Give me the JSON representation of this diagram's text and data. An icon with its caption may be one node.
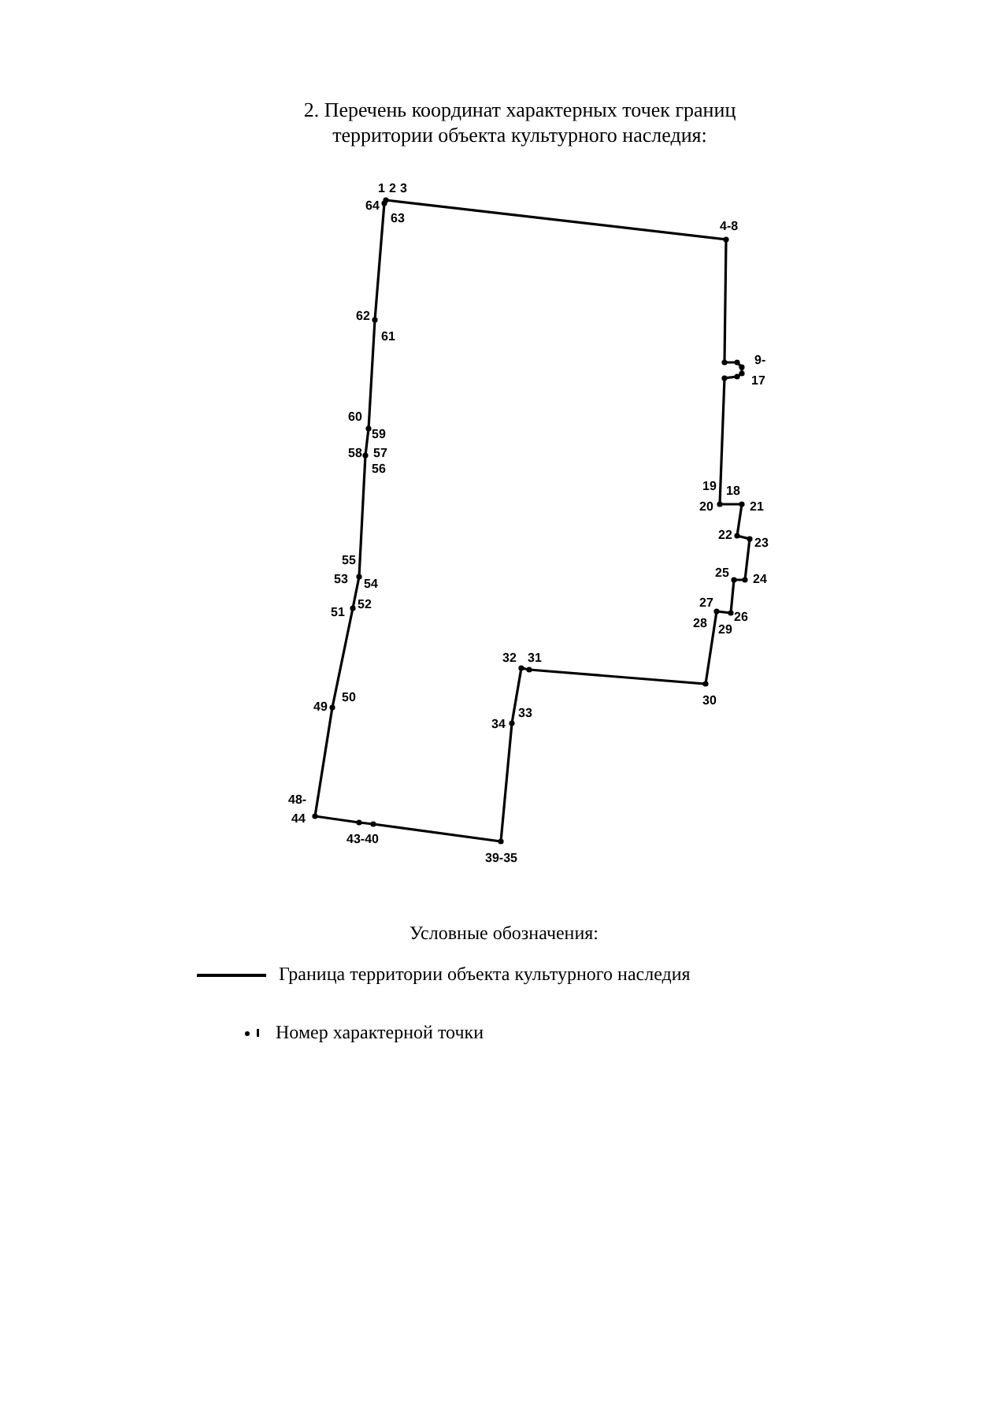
{
  "diagram": {
    "title": "2. Перечень координат характерных точек границ территории объекта культурного наследия:",
    "labels": [
      "1",
      "2",
      "3",
      "64",
      "63",
      "4-8",
      "62",
      "61",
      "9-",
      "17",
      "60",
      "59",
      "58",
      "57",
      "56",
      "19",
      "18",
      "20",
      "21",
      "22",
      "23",
      "55",
      "53",
      "54",
      "25",
      "24",
      "51",
      "52",
      "27",
      "26",
      "28",
      "29",
      "32",
      "31",
      "30",
      "49",
      "50",
      "34",
      "33",
      "48-",
      "44",
      "43-40",
      "39-35",
      "Условные обозначения:"
    ],
    "legend": [
      {
        "text": "Граница территории объекта культурного наследия"
      },
      {
        "text": "Номер характерной точки"
      }
    ]
  }
}
